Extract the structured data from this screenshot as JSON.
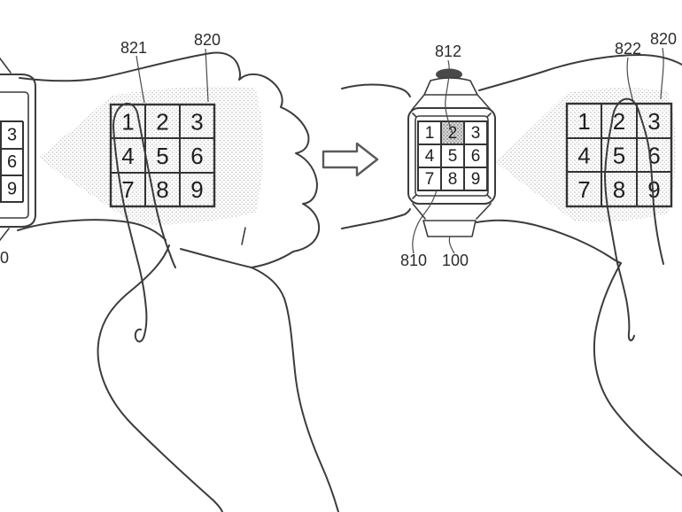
{
  "colors": {
    "background": "#ffffff",
    "line_art": "#3c3c3c",
    "digits": "#1f1f1f",
    "stipple_dots": "#c4c4c4",
    "highlighted_cell": "#d8d8d8",
    "arrow_outline": "#5a5a5a",
    "crown_fill": "#494949"
  },
  "left_panel": {
    "labels": {
      "l821": "821",
      "l820": "820",
      "l810_cut": "0"
    },
    "watch_visible_keys": [
      "3",
      "6",
      "9"
    ],
    "projected_keys": [
      "1",
      "2",
      "3",
      "4",
      "5",
      "6",
      "7",
      "8",
      "9"
    ]
  },
  "right_panel": {
    "labels": {
      "l812": "812",
      "l822": "822",
      "l820": "820",
      "l810": "810",
      "l100": "100"
    },
    "watch_keys": [
      "1",
      "2",
      "3",
      "4",
      "5",
      "6",
      "7",
      "8",
      "9"
    ],
    "watch_highlighted_key": "2",
    "projected_keys": [
      "1",
      "2",
      "3",
      "4",
      "5",
      "6",
      "7",
      "8",
      "9"
    ]
  }
}
